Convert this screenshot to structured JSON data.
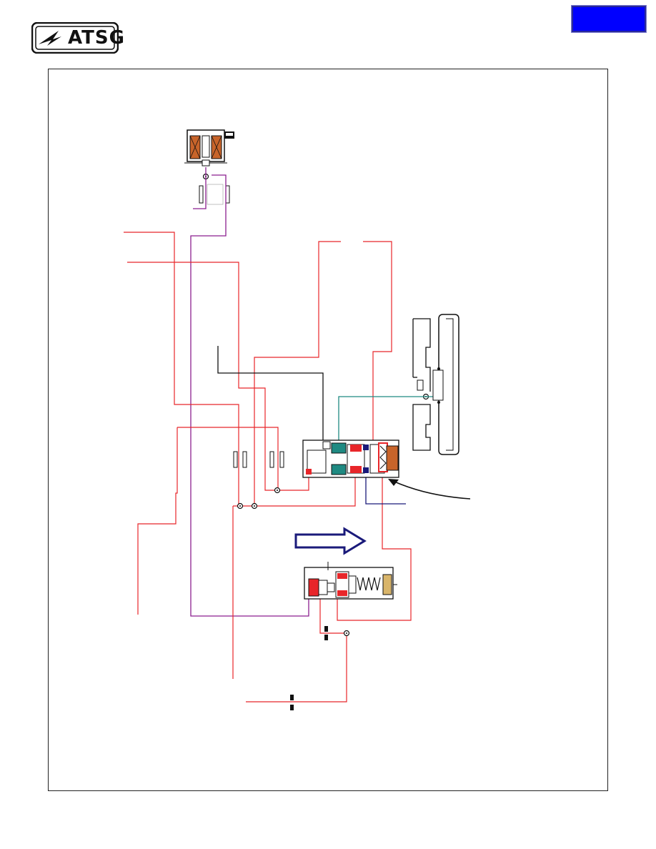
{
  "logo": {
    "text": "ATSG",
    "icon": "atsg-plane-logo"
  },
  "nav_button": {
    "label": "",
    "color": "#0000ff"
  },
  "colors": {
    "red_circuit": "#e8262a",
    "purple_circuit": "#8b1f8f",
    "teal_circuit": "#1f8a82",
    "navy_circuit": "#1a1a7a",
    "black_line": "#111111",
    "arrow_fill": "#ffffff",
    "arrow_outline": "#1a1a7a",
    "spring_coil": "#d9b56a",
    "solenoid_coil": "#c8642a"
  },
  "diagram": {
    "components": [
      "solenoid",
      "valve-upper",
      "valve-lower",
      "servo-piston",
      "shift-direction-arrow"
    ]
  }
}
